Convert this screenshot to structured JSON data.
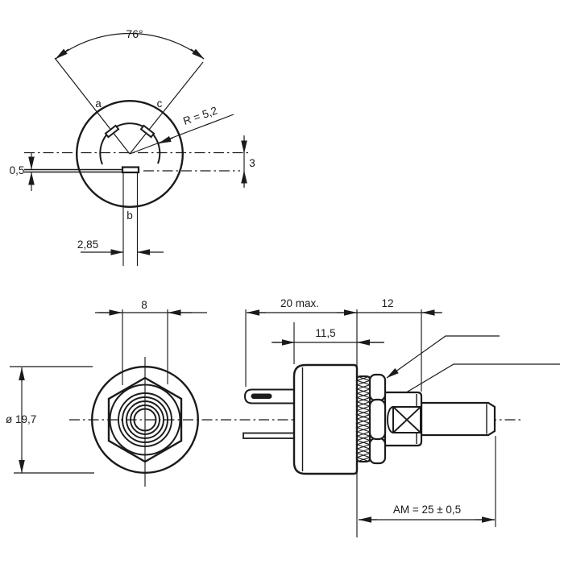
{
  "colors": {
    "ink": "#1b1b1b",
    "paper": "#ffffff"
  },
  "rear_view": {
    "angle_label": "76°",
    "terminal_a": "a",
    "terminal_b": "b",
    "terminal_c": "c",
    "track_radius_label": "R = 5,2",
    "tab_thickness_label": "0,5",
    "tab_offset_label": "3",
    "tab_width_label": "2,85"
  },
  "front_view": {
    "bushing_width_label": "8",
    "body_diameter_label": "ø 19,7"
  },
  "side_view": {
    "terminal_length_label": "20 max.",
    "body_length_label": "11,5",
    "bushing_length_label": "12",
    "shaft_length_label": "AM = 25 ± 0,5"
  }
}
